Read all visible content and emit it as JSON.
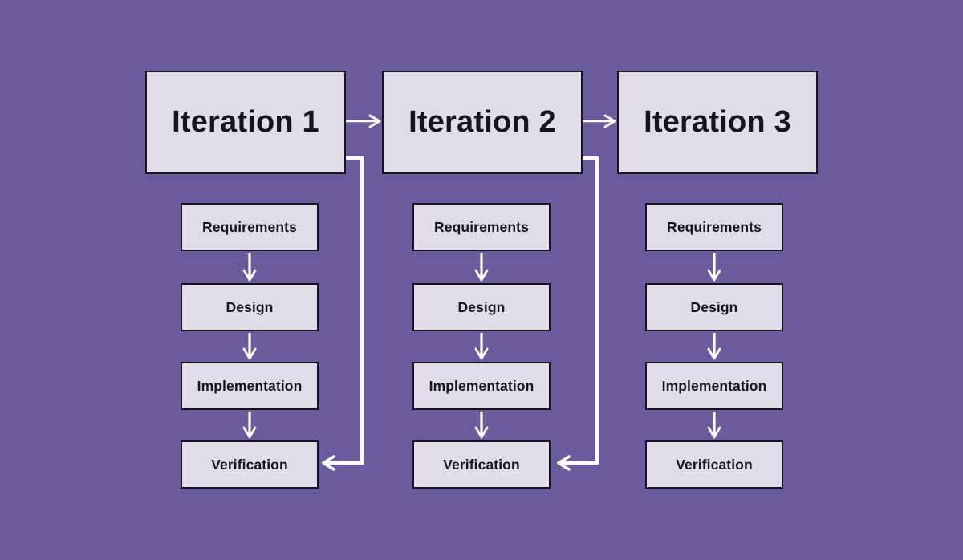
{
  "colors": {
    "background": "#6B5B9D",
    "box_fill": "#E0DDE8",
    "box_border": "#17141F",
    "text": "#17141F",
    "arrow": "#FFFFFF"
  },
  "diagram": {
    "type": "iterative-process-flow-diagram",
    "iterations": [
      {
        "title": "Iteration 1",
        "stages": [
          "Requirements",
          "Design",
          "Implementation",
          "Verification"
        ],
        "has_feedback_loop": true
      },
      {
        "title": "Iteration 2",
        "stages": [
          "Requirements",
          "Design",
          "Implementation",
          "Verification"
        ],
        "has_feedback_loop": true
      },
      {
        "title": "Iteration 3",
        "stages": [
          "Requirements",
          "Design",
          "Implementation",
          "Verification"
        ],
        "has_feedback_loop": false
      }
    ]
  }
}
